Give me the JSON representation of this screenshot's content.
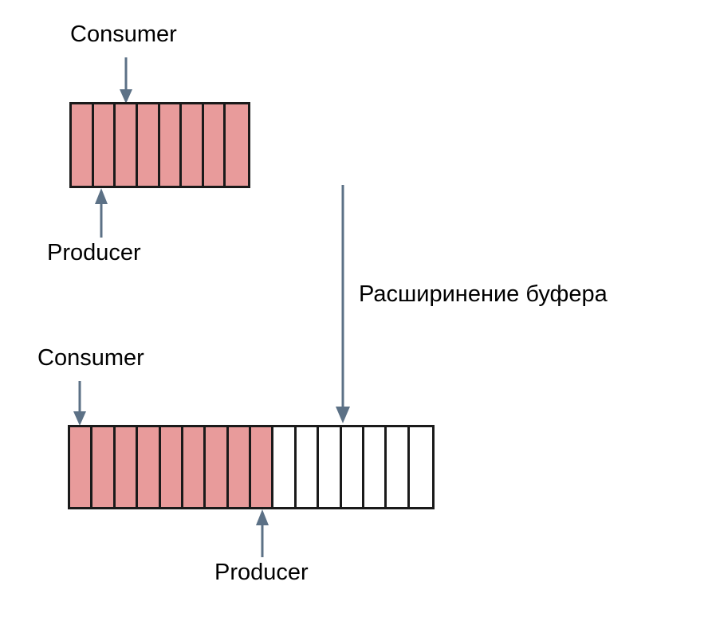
{
  "diagram": {
    "title": "Buffer expansion producer-consumer diagram",
    "colors": {
      "filled_cell": "#e89b9b",
      "empty_cell": "#ffffff",
      "cell_border": "#1a1a1a",
      "arrow": "#5c7186",
      "text": "#000000",
      "background": "#ffffff"
    },
    "labels": {
      "top_consumer": "Consumer",
      "top_producer": "Producer",
      "bottom_consumer": "Consumer",
      "bottom_producer": "Producer",
      "expansion": "Расширинение буфера"
    },
    "buffers": [
      {
        "name": "top-buffer",
        "total_cells": 8,
        "filled_cells": 8,
        "empty_cells": 0,
        "cells": [
          "filled",
          "filled",
          "filled",
          "filled",
          "filled",
          "filled",
          "filled",
          "filled"
        ]
      },
      {
        "name": "bottom-buffer",
        "total_cells": 16,
        "filled_cells": 9,
        "empty_cells": 7,
        "cells": [
          "filled",
          "filled",
          "filled",
          "filled",
          "filled",
          "filled",
          "filled",
          "filled",
          "filled",
          "empty",
          "empty",
          "empty",
          "empty",
          "empty",
          "empty",
          "empty"
        ]
      }
    ],
    "arrows": [
      {
        "name": "top-consumer-arrow",
        "direction": "down",
        "points_to_cell_index": 2,
        "buffer": "top-buffer"
      },
      {
        "name": "top-producer-arrow",
        "direction": "up",
        "points_to_cell_index": 1,
        "buffer": "top-buffer"
      },
      {
        "name": "bottom-consumer-arrow",
        "direction": "down",
        "points_to_cell_index": 0,
        "buffer": "bottom-buffer"
      },
      {
        "name": "bottom-producer-arrow",
        "direction": "up",
        "points_to_cell_index": 8,
        "buffer": "bottom-buffer"
      },
      {
        "name": "buffer-expansion-arrow",
        "direction": "down",
        "points_to_cell_index": 11,
        "buffer": "bottom-buffer"
      }
    ]
  }
}
